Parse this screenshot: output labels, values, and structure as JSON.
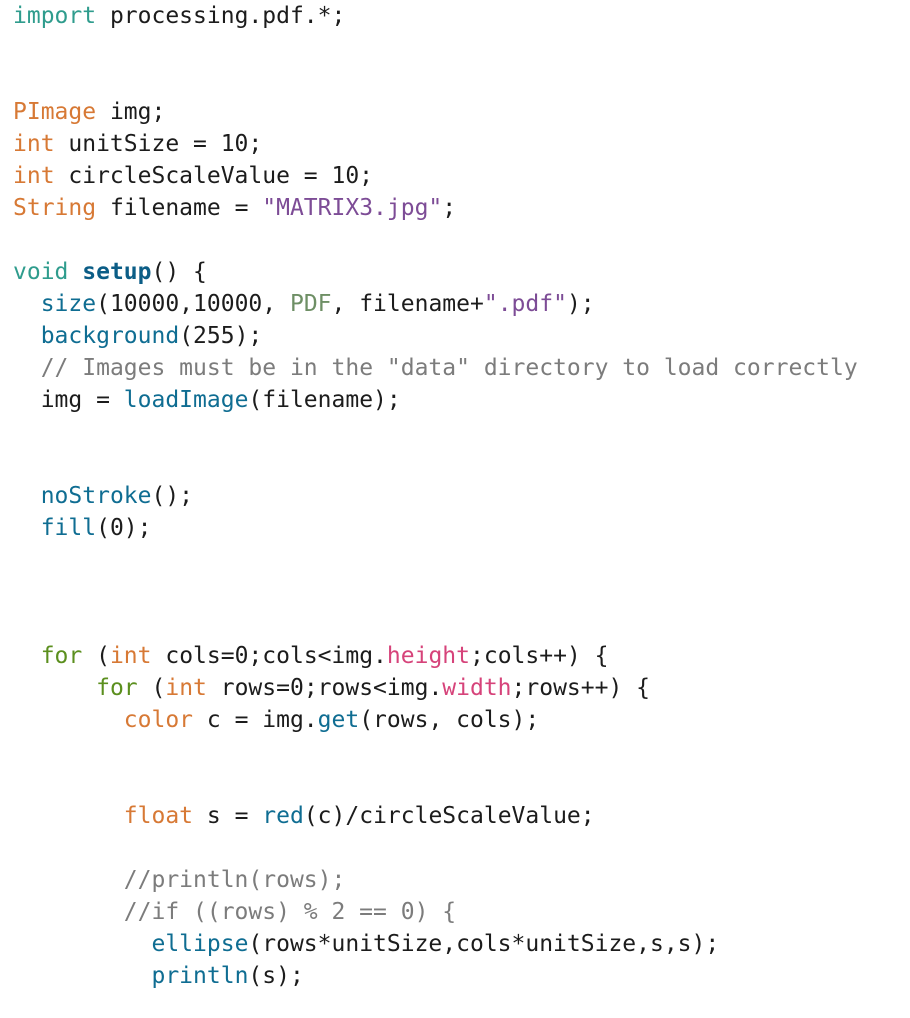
{
  "colors": {
    "plain": "#1c1c1c",
    "import": "#2f9c8d",
    "type": "#d77935",
    "function": "#0f6d92",
    "setup": "#0b5d86",
    "string": "#7d4c96",
    "constant": "#6e8f65",
    "comment": "#7c7c7c",
    "control": "#5b8f1e",
    "property": "#d6437a"
  },
  "code_lines": [
    {
      "indent": 0,
      "tokens": [
        {
          "t": "import",
          "k": "import"
        },
        {
          "t": " processing.pdf.*;",
          "k": "plain"
        }
      ]
    },
    {
      "indent": 0,
      "tokens": []
    },
    {
      "indent": 0,
      "tokens": []
    },
    {
      "indent": 0,
      "tokens": [
        {
          "t": "PImage",
          "k": "type"
        },
        {
          "t": " img;",
          "k": "plain"
        }
      ]
    },
    {
      "indent": 0,
      "tokens": [
        {
          "t": "int",
          "k": "type"
        },
        {
          "t": " unitSize = 10;",
          "k": "plain"
        }
      ]
    },
    {
      "indent": 0,
      "tokens": [
        {
          "t": "int",
          "k": "type"
        },
        {
          "t": " circleScaleValue = 10;",
          "k": "plain"
        }
      ]
    },
    {
      "indent": 0,
      "tokens": [
        {
          "t": "String",
          "k": "type"
        },
        {
          "t": " filename = ",
          "k": "plain"
        },
        {
          "t": "\"MATRIX3.jpg\"",
          "k": "string"
        },
        {
          "t": ";",
          "k": "plain"
        }
      ]
    },
    {
      "indent": 0,
      "tokens": []
    },
    {
      "indent": 0,
      "tokens": [
        {
          "t": "void",
          "k": "import"
        },
        {
          "t": " ",
          "k": "plain"
        },
        {
          "t": "setup",
          "k": "setup"
        },
        {
          "t": "() {",
          "k": "plain"
        }
      ]
    },
    {
      "indent": 2,
      "tokens": [
        {
          "t": "size",
          "k": "function"
        },
        {
          "t": "(10000,10000, ",
          "k": "plain"
        },
        {
          "t": "PDF",
          "k": "constant"
        },
        {
          "t": ", filename+",
          "k": "plain"
        },
        {
          "t": "\".pdf\"",
          "k": "string"
        },
        {
          "t": ");",
          "k": "plain"
        }
      ]
    },
    {
      "indent": 2,
      "tokens": [
        {
          "t": "background",
          "k": "function"
        },
        {
          "t": "(255);",
          "k": "plain"
        }
      ]
    },
    {
      "indent": 2,
      "tokens": [
        {
          "t": "// Images must be in the \"data\" directory to load correctly",
          "k": "comment"
        }
      ]
    },
    {
      "indent": 2,
      "tokens": [
        {
          "t": "img = ",
          "k": "plain"
        },
        {
          "t": "loadImage",
          "k": "function"
        },
        {
          "t": "(filename);",
          "k": "plain"
        }
      ]
    },
    {
      "indent": 0,
      "tokens": []
    },
    {
      "indent": 0,
      "tokens": []
    },
    {
      "indent": 2,
      "tokens": [
        {
          "t": "noStroke",
          "k": "function"
        },
        {
          "t": "();",
          "k": "plain"
        }
      ]
    },
    {
      "indent": 2,
      "tokens": [
        {
          "t": "fill",
          "k": "function"
        },
        {
          "t": "(0);",
          "k": "plain"
        }
      ]
    },
    {
      "indent": 0,
      "tokens": []
    },
    {
      "indent": 0,
      "tokens": []
    },
    {
      "indent": 0,
      "tokens": []
    },
    {
      "indent": 2,
      "tokens": [
        {
          "t": "for",
          "k": "control"
        },
        {
          "t": " (",
          "k": "plain"
        },
        {
          "t": "int",
          "k": "type"
        },
        {
          "t": " cols=0;cols<img.",
          "k": "plain"
        },
        {
          "t": "height",
          "k": "property"
        },
        {
          "t": ";cols++) {",
          "k": "plain"
        }
      ]
    },
    {
      "indent": 6,
      "tokens": [
        {
          "t": "for",
          "k": "control"
        },
        {
          "t": " (",
          "k": "plain"
        },
        {
          "t": "int",
          "k": "type"
        },
        {
          "t": " rows=0;rows<img.",
          "k": "plain"
        },
        {
          "t": "width",
          "k": "property"
        },
        {
          "t": ";rows++) {",
          "k": "plain"
        }
      ]
    },
    {
      "indent": 8,
      "tokens": [
        {
          "t": "color",
          "k": "type"
        },
        {
          "t": " c = img.",
          "k": "plain"
        },
        {
          "t": "get",
          "k": "function"
        },
        {
          "t": "(rows, cols);",
          "k": "plain"
        }
      ]
    },
    {
      "indent": 0,
      "tokens": []
    },
    {
      "indent": 0,
      "tokens": []
    },
    {
      "indent": 8,
      "tokens": [
        {
          "t": "float",
          "k": "type"
        },
        {
          "t": " s = ",
          "k": "plain"
        },
        {
          "t": "red",
          "k": "function"
        },
        {
          "t": "(c)/circleScaleValue;",
          "k": "plain"
        }
      ]
    },
    {
      "indent": 0,
      "tokens": []
    },
    {
      "indent": 8,
      "tokens": [
        {
          "t": "//println(rows);",
          "k": "comment"
        }
      ]
    },
    {
      "indent": 8,
      "tokens": [
        {
          "t": "//if ((rows) % 2 == 0) {",
          "k": "comment"
        }
      ]
    },
    {
      "indent": 10,
      "tokens": [
        {
          "t": "ellipse",
          "k": "function"
        },
        {
          "t": "(rows*unitSize,cols*unitSize,s,s);",
          "k": "plain"
        }
      ]
    },
    {
      "indent": 10,
      "tokens": [
        {
          "t": "println",
          "k": "function"
        },
        {
          "t": "(s);",
          "k": "plain"
        }
      ]
    }
  ]
}
